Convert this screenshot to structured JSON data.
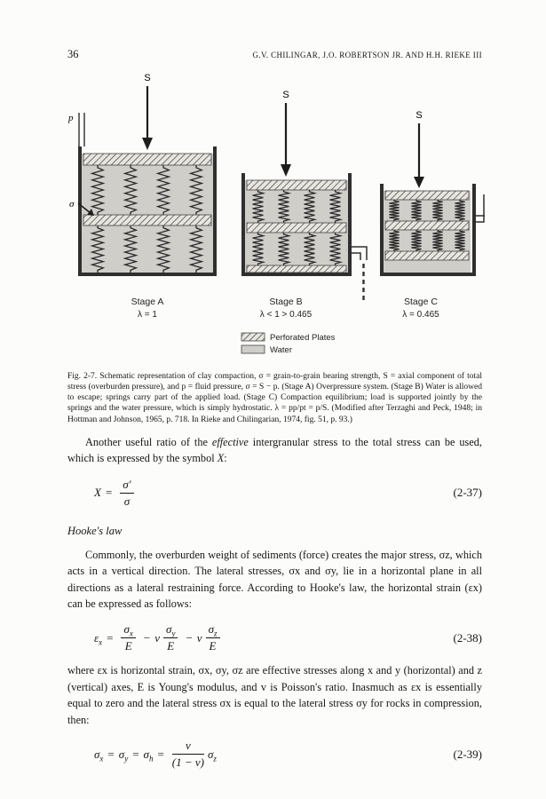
{
  "header": {
    "page_number": "36",
    "running_head": "G.V. CHILINGAR, J.O. ROBERTSON JR. AND H.H. RIEKE III"
  },
  "figure": {
    "pressure_label": "p",
    "sigma_label": "σ",
    "stages": [
      {
        "load_label": "S",
        "name": "Stage A",
        "lambda": "λ = 1"
      },
      {
        "load_label": "S",
        "name": "Stage B",
        "lambda": "λ < 1 > 0.465"
      },
      {
        "load_label": "S",
        "name": "Stage C",
        "lambda": "λ = 0.465"
      }
    ],
    "legend": [
      {
        "label": "Perforated Plates"
      },
      {
        "label": "Water"
      }
    ],
    "colors": {
      "water": "#d0cec9",
      "plate_hatch_bg": "#e8e6e0",
      "ink": "#2f2f2f"
    },
    "caption": "Fig. 2-7. Schematic representation of clay compaction, σ = grain-to-grain bearing strength, S = axial component of total stress (overburden pressure), and p = fluid pressure, σ = S − p. (Stage A) Overpressure system. (Stage B) Water is allowed to escape; springs carry part of the applied load. (Stage C) Compaction equilibrium; load is supported jointly by the springs and the water pressure, which is simply hydrostatic. λ = pp/pt = p/S. (Modified after Terzaghi and Peck, 1948; in Hottman and Johnson, 1965, p. 718. In Rieke and Chilingarian, 1974, fig. 51, p. 93.)"
  },
  "body": {
    "p1": {
      "a": "Another useful ratio of the ",
      "em": "effective",
      "b": " intergranular stress to the total stress can be used, which is expressed by the symbol ",
      "x": "X",
      "c": ":"
    },
    "heading": "Hooke's law",
    "p2": "Commonly, the overburden weight of sediments (force) creates the major stress, σz, which acts in a vertical direction. The lateral stresses, σx and σy, lie in a horizontal plane in all directions as a lateral restraining force. According to Hooke's law, the horizontal strain (εx) can be expressed as follows:",
    "p3": "where εx is horizontal strain, σx, σy, σz are effective stresses along x and y (horizontal) and z (vertical) axes, E is Young's modulus, and v is Poisson's ratio. Inasmuch as εx is essentially equal to zero and the lateral stress σx is equal to the lateral stress σy for rocks in compression, then:"
  },
  "equations": {
    "e237": {
      "lhs": "X",
      "equals": "=",
      "num": "σ′",
      "den": "σ",
      "tag": "(2-37)"
    },
    "e238": {
      "lhs_sym": "ε",
      "lhs_sub": "x",
      "equals": "=",
      "f1": {
        "nsym": "σ",
        "nsub": "x",
        "den": "E"
      },
      "op1": "−",
      "coef1": "v",
      "f2": {
        "nsym": "σ",
        "nsub": "y",
        "den": "E"
      },
      "op2": "−",
      "coef2": "v",
      "f3": {
        "nsym": "σ",
        "nsub": "z",
        "den": "E"
      },
      "tag": "(2-38)"
    },
    "e239": {
      "t1sym": "σ",
      "t1sub": "x",
      "eq1": "=",
      "t2sym": "σ",
      "t2sub": "y",
      "eq2": "=",
      "t3sym": "σ",
      "t3sub": "h",
      "eq3": "=",
      "num": "v",
      "den": "(1 − v)",
      "t4sym": "σ",
      "t4sub": "z",
      "tag": "(2-39)"
    }
  }
}
